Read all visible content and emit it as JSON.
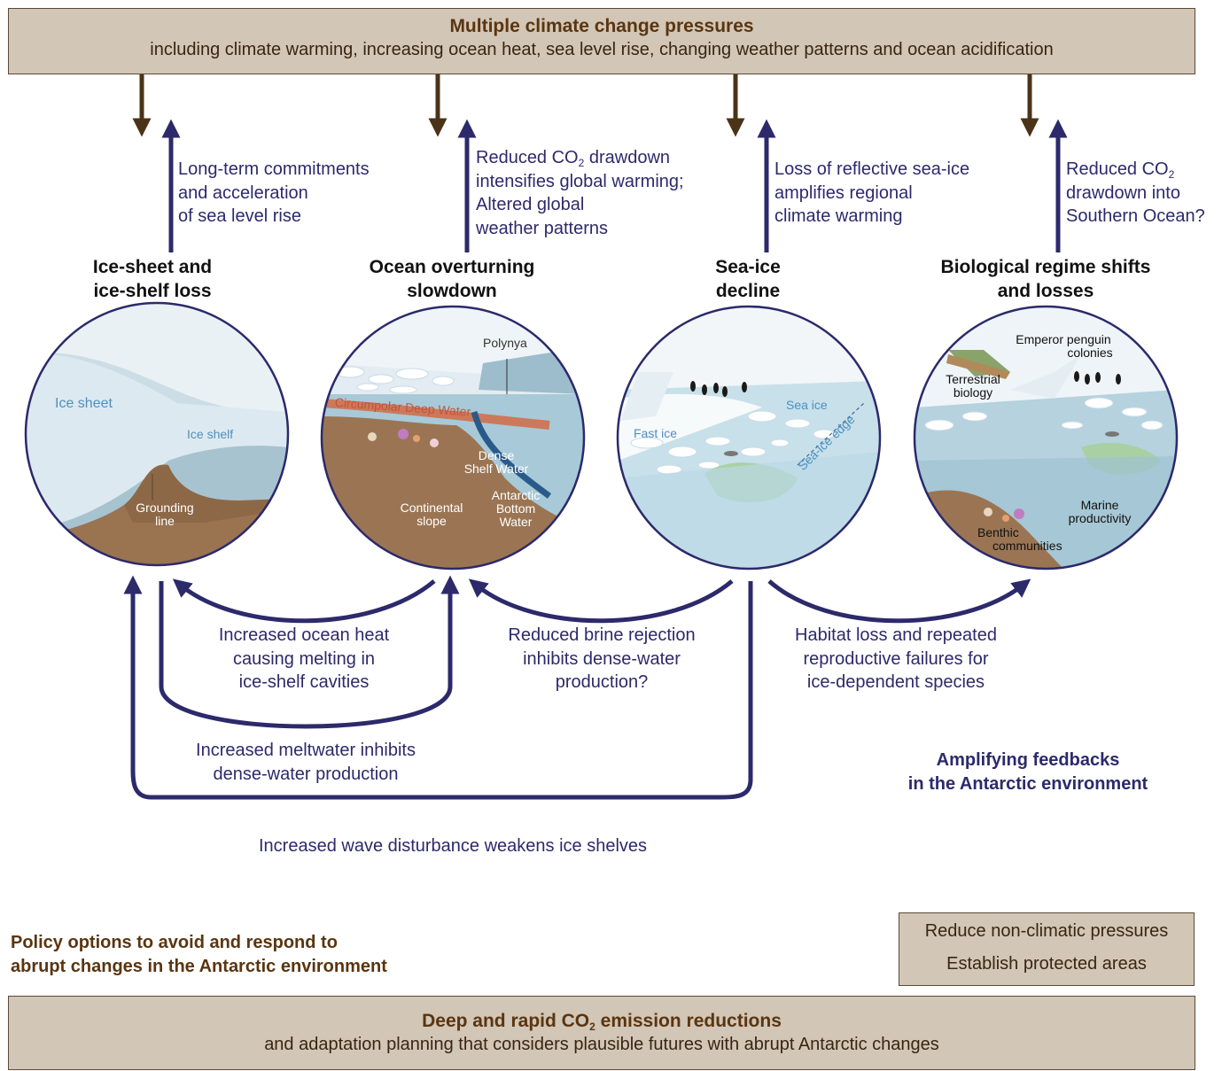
{
  "pressures": {
    "title": "Multiple climate change pressures",
    "subtitle": "including climate warming, increasing ocean heat, sea level rise, changing weather patterns and ocean acidification"
  },
  "feedback_up": {
    "ice_sheet": [
      "Long-term commitments",
      "and acceleration",
      "of sea level rise"
    ],
    "overturning": {
      "line1_pre": "Reduced CO",
      "line1_sub": "2",
      "line1_post": " drawdown",
      "lines": [
        "intensifies global warming;",
        "Altered global",
        "weather patterns"
      ]
    },
    "sea_ice": [
      "Loss of reflective sea-ice",
      "amplifies regional",
      "climate warming"
    ],
    "biological": {
      "line1_pre": "Reduced CO",
      "line1_sub": "2",
      "lines": [
        "drawdown into",
        "Southern Ocean?"
      ]
    }
  },
  "headings": {
    "ice_sheet": [
      "Ice-sheet and",
      "ice-shelf loss"
    ],
    "overturning": [
      "Ocean overturning",
      "slowdown"
    ],
    "sea_ice": [
      "Sea-ice",
      "decline"
    ],
    "biological": [
      "Biological regime shifts",
      "and losses"
    ]
  },
  "circle_labels": {
    "ice_sheet": {
      "ice_sheet": "Ice sheet",
      "ice_shelf": "Ice shelf",
      "grounding_line": [
        "Grounding",
        "line"
      ]
    },
    "overturning": {
      "polynya": "Polynya",
      "cdw": "Circumpolar Deep Water",
      "dsw": [
        "Dense",
        "Shelf Water"
      ],
      "aabw": [
        "Antarctic",
        "Bottom",
        "Water"
      ],
      "slope": [
        "Continental",
        "slope"
      ]
    },
    "sea_ice": {
      "fast_ice": "Fast ice",
      "sea_ice": "Sea ice",
      "edge": "Sea-ice edge"
    },
    "biological": {
      "penguins": [
        "Emperor penguin",
        "colonies"
      ],
      "terrestrial": [
        "Terrestrial",
        "biology"
      ],
      "marine": [
        "Marine",
        "productivity"
      ],
      "benthic": [
        "Benthic",
        "communities"
      ]
    }
  },
  "feedback_lateral": {
    "ocean_heat": [
      "Increased ocean heat",
      "causing melting in",
      "ice-shelf cavities"
    ],
    "brine": [
      "Reduced brine rejection",
      "inhibits dense-water",
      "production?"
    ],
    "habitat": [
      "Habitat loss and repeated",
      "reproductive failures for",
      "ice-dependent species"
    ],
    "meltwater": [
      "Increased meltwater inhibits",
      "dense-water production"
    ],
    "wave": "Increased wave disturbance weakens ice shelves"
  },
  "amplifying": [
    "Amplifying feedbacks",
    "in the Antarctic environment"
  ],
  "policy": [
    "Policy options to avoid and respond to",
    "abrupt changes in the Antarctic environment"
  ],
  "policy_local": [
    "Reduce non-climatic pressures",
    "Establish protected areas"
  ],
  "policy_global": {
    "title_pre": "Deep and rapid CO",
    "title_sub": "2",
    "title_post": " emission reductions",
    "subtitle": "and adaptation planning that considers plausible futures with abrupt Antarctic changes"
  },
  "colors": {
    "navy": "#2c2a6b",
    "brown": "#5a3510",
    "box_fill": "#d2c6b6"
  }
}
